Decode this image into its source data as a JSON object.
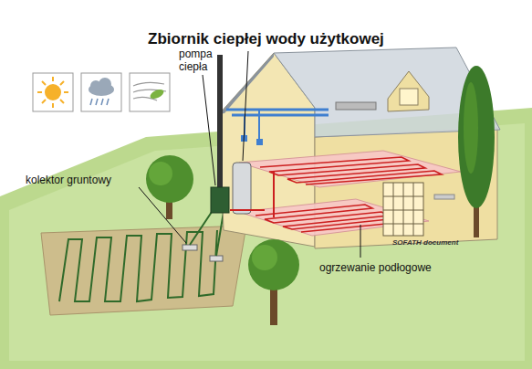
{
  "diagram": {
    "title": "Zbiornik ciepłej wody użytkowej",
    "labels": [
      "pompa ciepła",
      "kolektor gruntowy",
      "ogrzewanie podłogowe",
      "SOFATH document"
    ]
  }
}
